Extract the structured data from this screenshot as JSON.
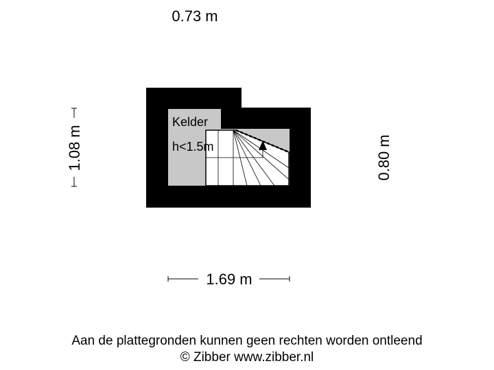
{
  "plan": {
    "dimensions": {
      "top": "0.73 m",
      "left": "1.08 m",
      "right": "0.80 m",
      "bottom": "1.69 m"
    },
    "room": {
      "name": "Kelder",
      "height_note": "h<1.5m",
      "fill_color": "#c8c8c8"
    },
    "wall_color": "#000000"
  },
  "footer": {
    "disclaimer": "Aan de plattegronden kunnen geen rechten worden ontleend",
    "copyright": "© Zibber www.zibber.nl"
  }
}
